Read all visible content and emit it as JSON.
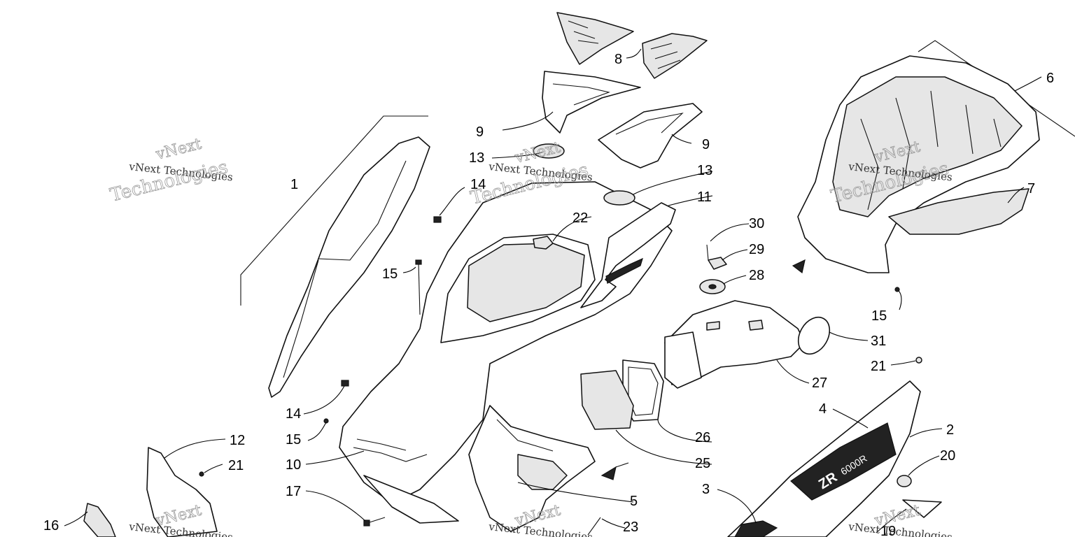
{
  "watermark": {
    "line1": "vNext",
    "line2": "Technologies",
    "full": "vNext Technologies"
  },
  "decal_text": {
    "model": "ZR",
    "sub": "6000R"
  },
  "callouts": [
    {
      "id": "c1",
      "label": "1"
    },
    {
      "id": "c2",
      "label": "2"
    },
    {
      "id": "c3",
      "label": "3"
    },
    {
      "id": "c4",
      "label": "4"
    },
    {
      "id": "c5",
      "label": "5"
    },
    {
      "id": "c6",
      "label": "6"
    },
    {
      "id": "c7",
      "label": "7"
    },
    {
      "id": "c8",
      "label": "8"
    },
    {
      "id": "c9a",
      "label": "9"
    },
    {
      "id": "c9b",
      "label": "9"
    },
    {
      "id": "c10",
      "label": "10"
    },
    {
      "id": "c11",
      "label": "11"
    },
    {
      "id": "c12",
      "label": "12"
    },
    {
      "id": "c13a",
      "label": "13"
    },
    {
      "id": "c13b",
      "label": "13"
    },
    {
      "id": "c14a",
      "label": "14"
    },
    {
      "id": "c14b",
      "label": "14"
    },
    {
      "id": "c15a",
      "label": "15"
    },
    {
      "id": "c15b",
      "label": "15"
    },
    {
      "id": "c15c",
      "label": "15"
    },
    {
      "id": "c16",
      "label": "16"
    },
    {
      "id": "c17",
      "label": "17"
    },
    {
      "id": "c19",
      "label": "19"
    },
    {
      "id": "c20",
      "label": "20"
    },
    {
      "id": "c21a",
      "label": "21"
    },
    {
      "id": "c21b",
      "label": "21"
    },
    {
      "id": "c22",
      "label": "22"
    },
    {
      "id": "c23",
      "label": "23"
    },
    {
      "id": "c25",
      "label": "25"
    },
    {
      "id": "c26",
      "label": "26"
    },
    {
      "id": "c27",
      "label": "27"
    },
    {
      "id": "c28",
      "label": "28"
    },
    {
      "id": "c29",
      "label": "29"
    },
    {
      "id": "c30",
      "label": "30"
    },
    {
      "id": "c31",
      "label": "31"
    }
  ]
}
